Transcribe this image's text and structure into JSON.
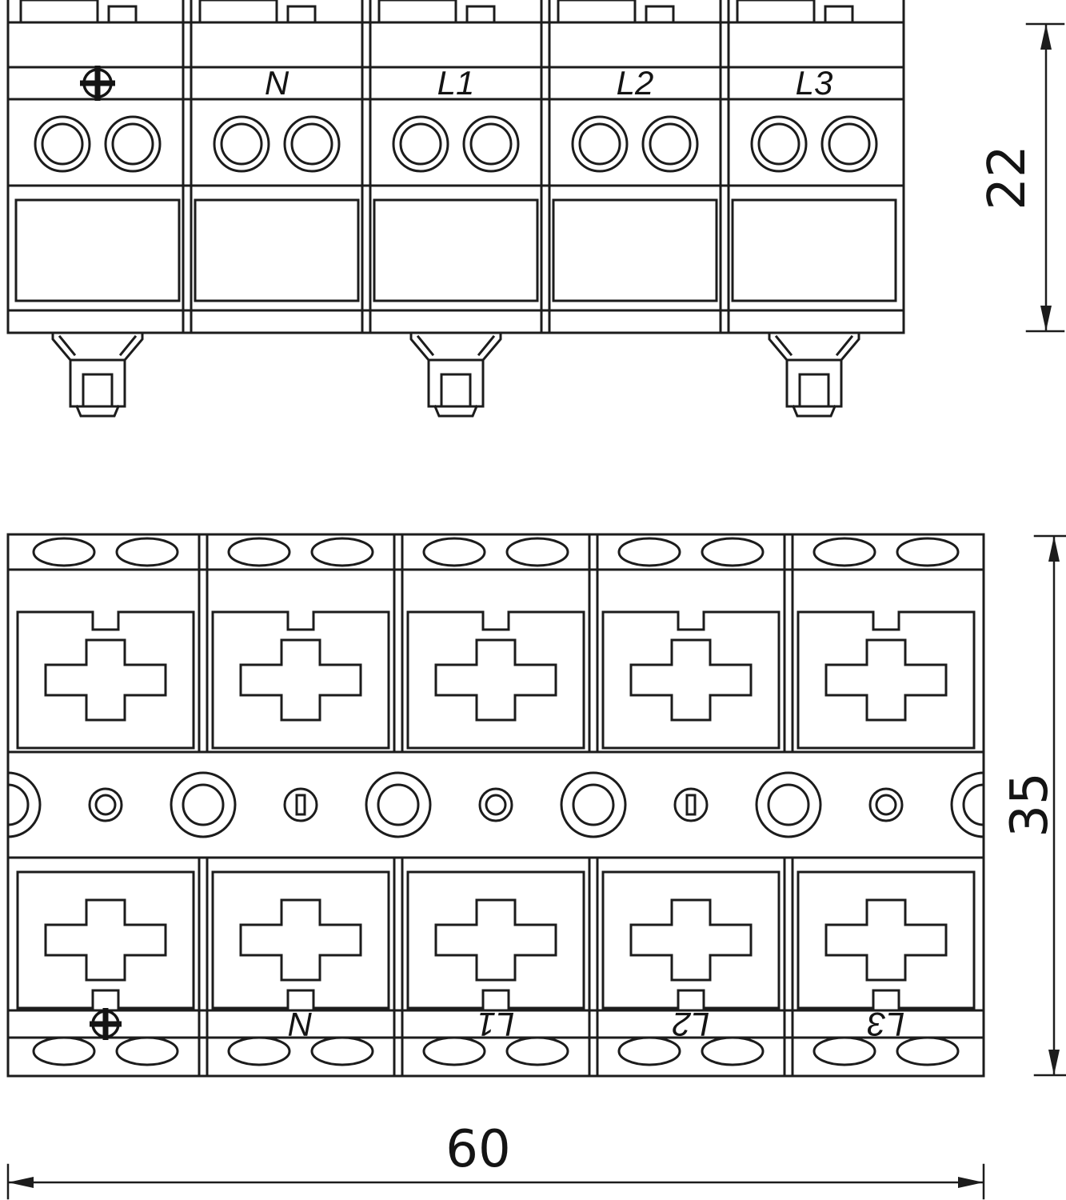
{
  "front_view": {
    "terminal_labels": [
      "N",
      "L1",
      "L2",
      "L3"
    ],
    "pe_icon": "earth-screw-icon",
    "module_count": 5,
    "holes_per_module": 2
  },
  "plan_view": {
    "terminal_labels": [
      "N",
      "L1",
      "L2",
      "L3"
    ],
    "pe_icon": "earth-screw-icon"
  },
  "dimensions": {
    "height": "22",
    "depth": "35",
    "width": "60"
  },
  "colors": {
    "line": "#1c1c1c",
    "background": "#ffffff"
  }
}
